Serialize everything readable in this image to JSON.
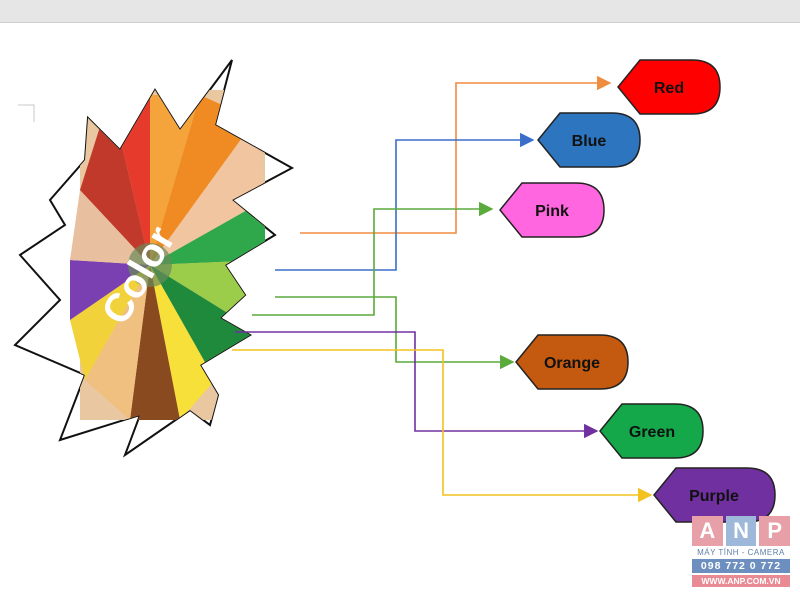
{
  "center": {
    "label": "Color"
  },
  "nodes": [
    {
      "id": "red",
      "label": "Red",
      "fill": "#ff0000",
      "line": "#f08c40"
    },
    {
      "id": "blue",
      "label": "Blue",
      "fill": "#2e75c0",
      "line": "#3a6ec8"
    },
    {
      "id": "pink",
      "label": "Pink",
      "fill": "#ff66e0",
      "line": "#5aaa3c"
    },
    {
      "id": "orange",
      "label": "Orange",
      "fill": "#c45a10",
      "line": "#5aaa3c"
    },
    {
      "id": "green",
      "label": "Green",
      "fill": "#14a84a",
      "line": "#7030a0"
    },
    {
      "id": "purple",
      "label": "Purple",
      "fill": "#7030a0",
      "line": "#f2c21e"
    }
  ],
  "watermark": {
    "letters": [
      "A",
      "N",
      "P"
    ],
    "tagline": "MÁY TÍNH - CAMERA",
    "phone": "098 772 0 772",
    "website": "WWW.ANP.COM.VN"
  }
}
